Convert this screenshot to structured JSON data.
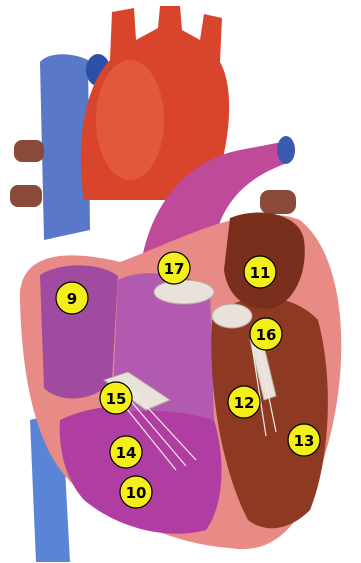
{
  "diagram": {
    "subject": "heart cross-section",
    "labels": [
      {
        "id": "9",
        "text": "9"
      },
      {
        "id": "10",
        "text": "10"
      },
      {
        "id": "11",
        "text": "11"
      },
      {
        "id": "12",
        "text": "12"
      },
      {
        "id": "13",
        "text": "13"
      },
      {
        "id": "14",
        "text": "14"
      },
      {
        "id": "15",
        "text": "15"
      },
      {
        "id": "16",
        "text": "16"
      },
      {
        "id": "17",
        "text": "17"
      }
    ],
    "colors": {
      "marker_fill": "#f4ee1a",
      "marker_stroke": "#000000",
      "aorta": "#d9452c",
      "vena_cava": "#5a78c8",
      "pulmonary_artery": "#c04a9a",
      "myocardium": "#e88a86",
      "chamber_right": "#a04aa0",
      "chamber_left": "#8e3a22"
    }
  }
}
